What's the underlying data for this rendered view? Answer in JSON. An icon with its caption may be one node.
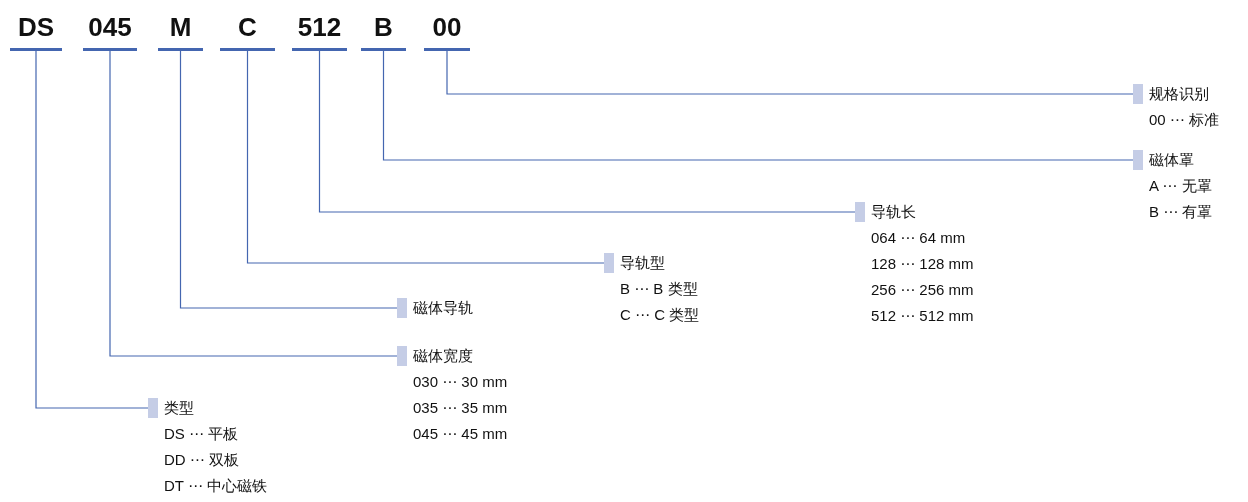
{
  "diagram": {
    "nodes": [
      {
        "text": [
          "DS"
        ]
      },
      {
        "text": [
          "045"
        ]
      },
      {
        "text": [
          "M"
        ]
      },
      {
        "text": [
          "C"
        ]
      },
      {
        "text": [
          "512"
        ]
      },
      {
        "text": [
          "B"
        ]
      },
      {
        "text": [
          "00"
        ]
      },
      {
        "text": [
          "类型",
          "DS ⋯ 平板",
          "DD ⋯ 双板",
          "DT ⋯ 中心磁铁"
        ]
      },
      {
        "text": [
          "磁体宽度",
          "030 ⋯ 30 mm",
          "035 ⋯ 35 mm",
          "045 ⋯ 45 mm"
        ]
      },
      {
        "text": [
          "磁体导轨"
        ]
      },
      {
        "text": [
          "导轨型",
          "B ⋯ B 类型",
          "C ⋯ C 类型"
        ]
      },
      {
        "text": [
          "导轨长",
          "064 ⋯ 64 mm",
          "128 ⋯ 128 mm",
          "256 ⋯ 256 mm",
          "512 ⋯ 512 mm"
        ]
      },
      {
        "text": [
          "磁体罩",
          "A ⋯ 无罩",
          "B ⋯ 有罩"
        ]
      },
      {
        "text": [
          "规格识别",
          "00 ⋯ 标准"
        ]
      }
    ],
    "edges": [
      {
        "from": 0,
        "to": 7,
        "arrow": "none"
      },
      {
        "from": 1,
        "to": 8,
        "arrow": "none"
      },
      {
        "from": 2,
        "to": 9,
        "arrow": "none"
      },
      {
        "from": 3,
        "to": 10,
        "arrow": "none"
      },
      {
        "from": 4,
        "to": 11,
        "arrow": "none"
      },
      {
        "from": 5,
        "to": 12,
        "arrow": "none"
      },
      {
        "from": 6,
        "to": 13,
        "arrow": "none"
      }
    ]
  }
}
